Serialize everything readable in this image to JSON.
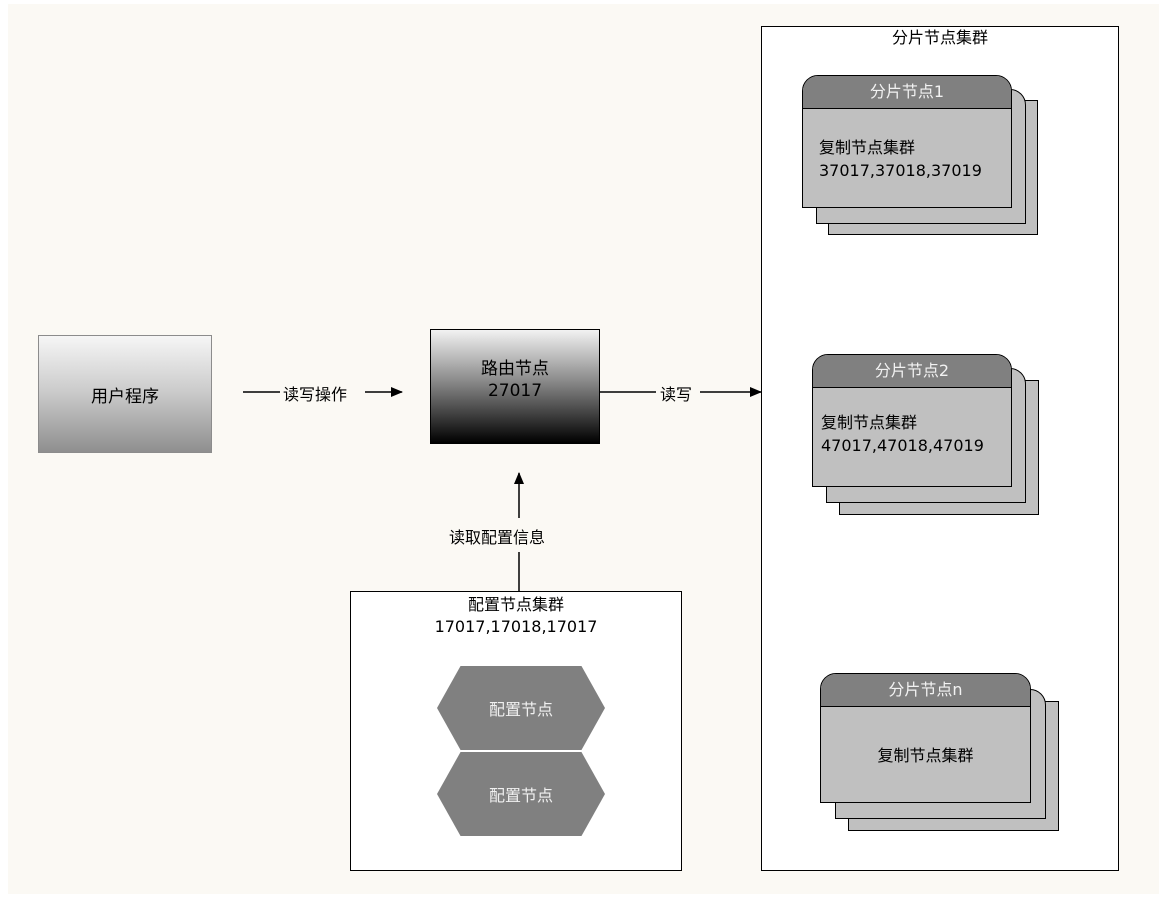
{
  "user_program": {
    "label": "用户程序"
  },
  "router": {
    "label": "路由节点",
    "port": "27017"
  },
  "edges": {
    "user_to_router": "读写操作",
    "router_to_shards": "读写",
    "config_to_router": "读取配置信息"
  },
  "config_cluster": {
    "title": "配置节点集群",
    "ports": "17017,17018,17017",
    "nodes": [
      "配置节点",
      "配置节点"
    ]
  },
  "shard_cluster": {
    "title": "分片节点集群",
    "shards": [
      {
        "name": "分片节点1",
        "body": "复制节点集群",
        "ports": "37017,37018,37019"
      },
      {
        "name": "分片节点2",
        "body": "复制节点集群",
        "ports": "47017,47018,47019"
      },
      {
        "name": "分片节点n",
        "body": "复制节点集群",
        "ports": ""
      }
    ]
  },
  "colors": {
    "node_fill": "#808080",
    "shard_fill": "#c0c0c0",
    "canvas_bg": "#fbf9f4"
  }
}
